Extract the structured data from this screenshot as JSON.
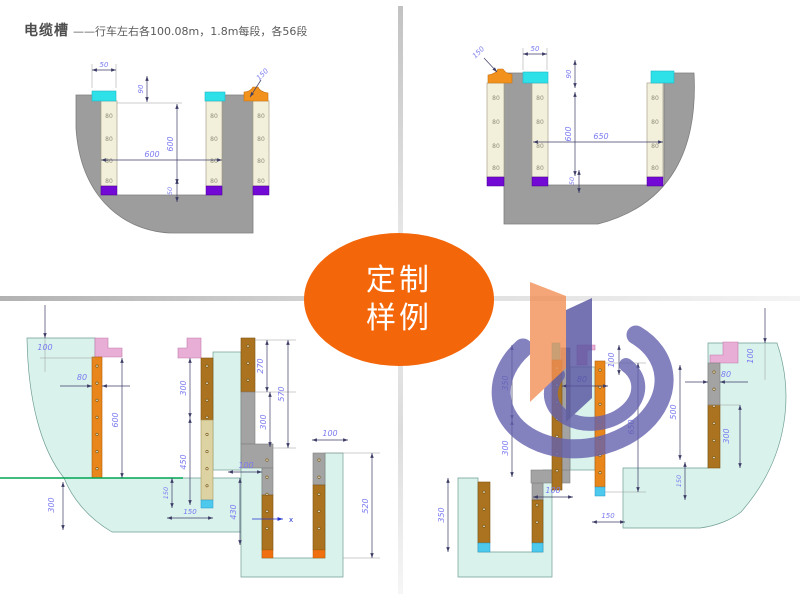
{
  "header": {
    "title": "电缆槽",
    "subtitle": "——行车左右各100.08m，1.8m每段，各56段"
  },
  "badge": {
    "line1": "定制",
    "line2": "样例"
  },
  "wall_mark": "80",
  "axis": {
    "x_label": "x"
  },
  "colors": {
    "badge_orange": "#f4660a",
    "gray_body": "#9d9d9d",
    "teal_body": "#d9f2ec",
    "cream_wall": "#f2efdb",
    "cyan_block": "#2ee0e8",
    "purple_block": "#7209d4",
    "orange_cap": "#f2921d",
    "brown_strip": "#ab731f",
    "khaki_strip": "#ddd2a2",
    "pink_block": "#e9aed6",
    "gray_strip": "#a3a3a3",
    "green_line": "#00a651",
    "dim_text": "#7b7bf0",
    "logo_purple": "#6562ae",
    "logo_orange": "#f29057"
  },
  "tl": {
    "dims": {
      "top_width": "50",
      "cap_height": "90",
      "inner_width": "600",
      "depth": "600",
      "base_height": "50",
      "cap_leader": "150"
    }
  },
  "tr": {
    "dims": {
      "top_width": "50",
      "cap_height": "90",
      "inner_width": "650",
      "depth": "600",
      "base_height": "50",
      "cap_leader": "150"
    }
  },
  "bl": {
    "dims": {
      "top_offset": "100",
      "wall_width": "80",
      "wall_height": "600",
      "left_base": "300",
      "w2_upper": "300",
      "w2_lower": "450",
      "slab_small": "150",
      "w2_width": "150",
      "w3_upper": "270",
      "w3_total": "570",
      "gray_step": "300",
      "u_top": "100",
      "step_width": "100",
      "u_depth_left": "430",
      "u_depth_right": "520"
    }
  },
  "br": {
    "dims": {
      "u_depth": "350",
      "u_top": "100",
      "w2_base": "150",
      "mid_upper": "350",
      "mid_lower": "300",
      "wall_width": "80",
      "pink_height": "100",
      "mid_height": "650",
      "right_depth": "500",
      "slab_step": "150",
      "w3_width": "80",
      "w3_height": "300",
      "top_offset": "100"
    }
  }
}
